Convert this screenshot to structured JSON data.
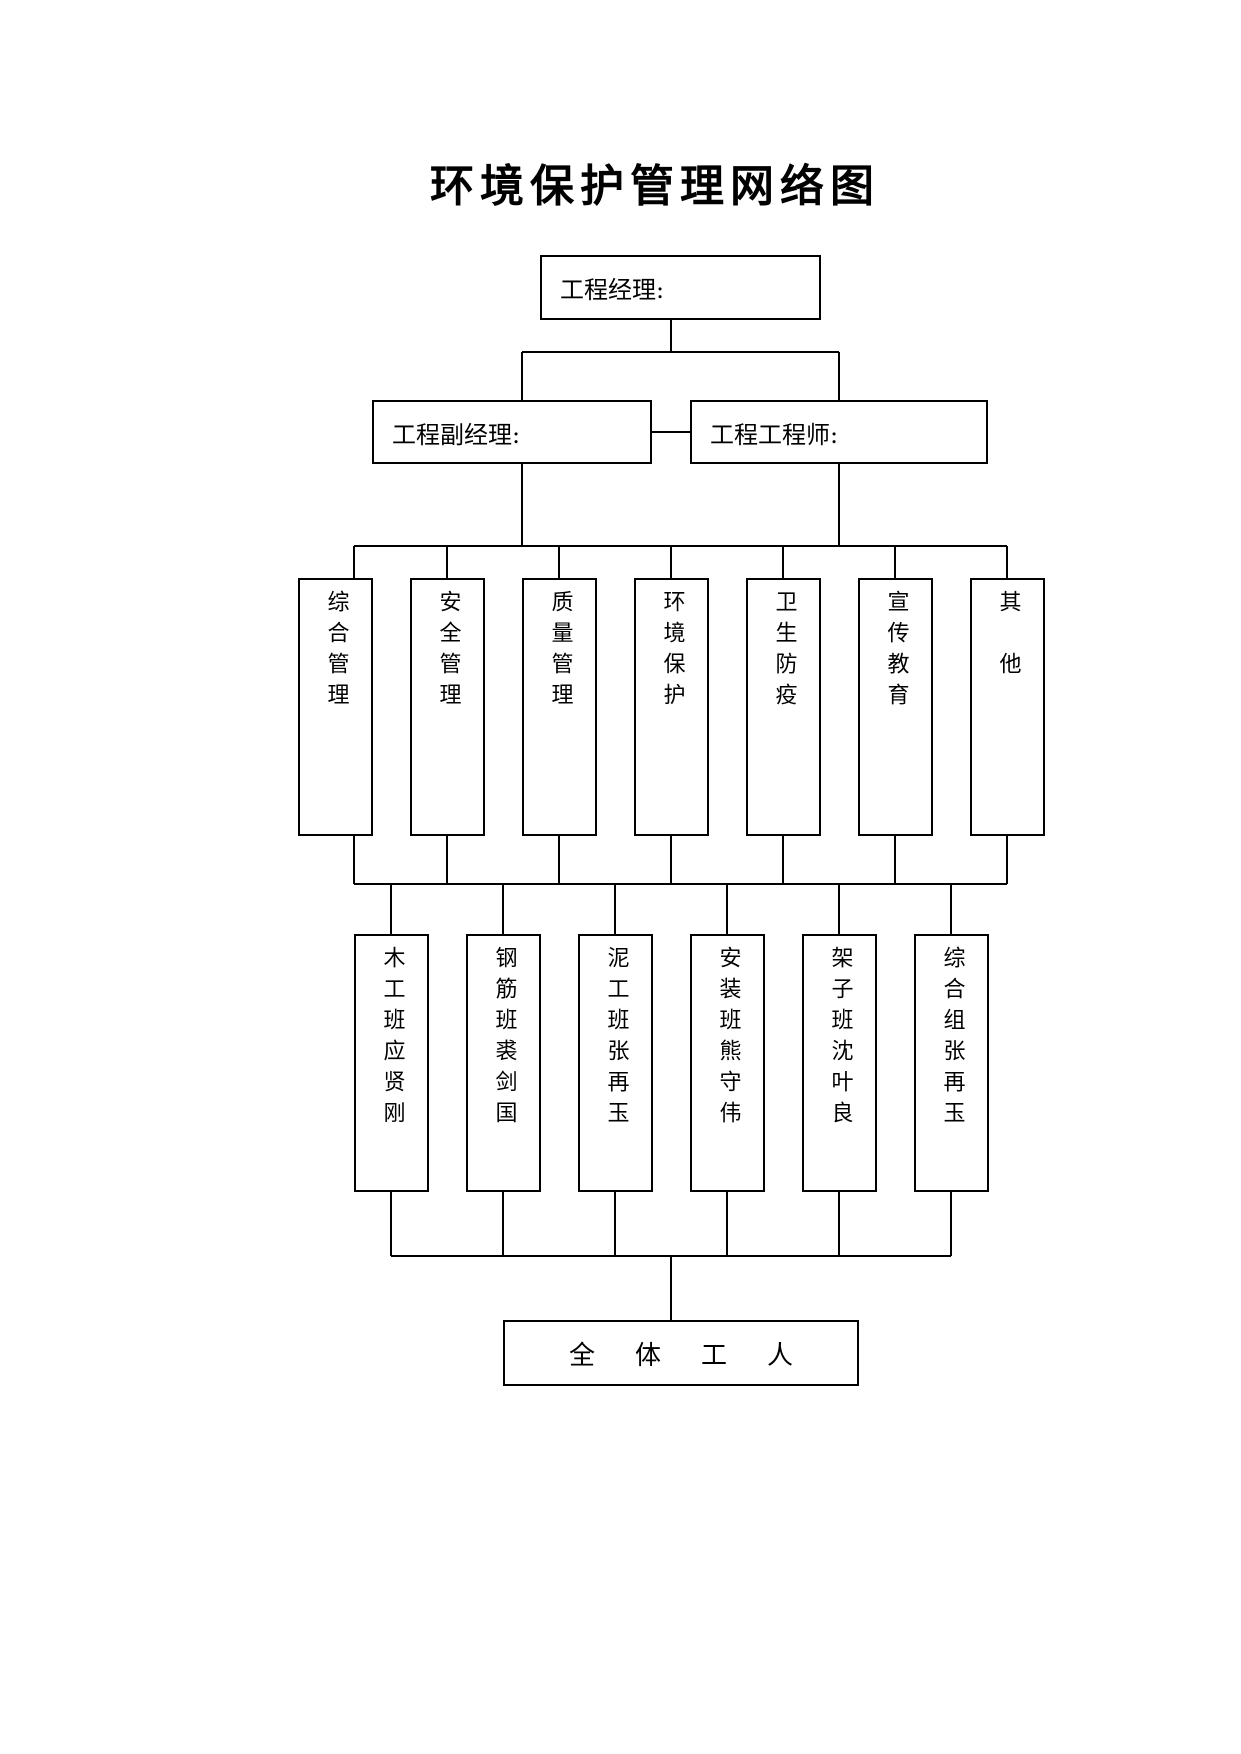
{
  "title": "环境保护管理网络图",
  "top": {
    "manager": "工程经理:",
    "deputy_manager": "工程副经理:",
    "engineer": "工程工程师:"
  },
  "departments": [
    "综合管理",
    "安全管理",
    "质量管理",
    "环境保护",
    "卫生防疫",
    "宣传教育",
    "其　他"
  ],
  "teams": [
    "木工班应贤刚",
    "钢筋班裘剑国",
    "泥工班张再玉",
    "安装班熊守伟",
    "架子班沈叶良",
    "综合组张再玉"
  ],
  "bottom": "全体工人",
  "colors": {
    "line": "#000000",
    "background": "#ffffff"
  }
}
